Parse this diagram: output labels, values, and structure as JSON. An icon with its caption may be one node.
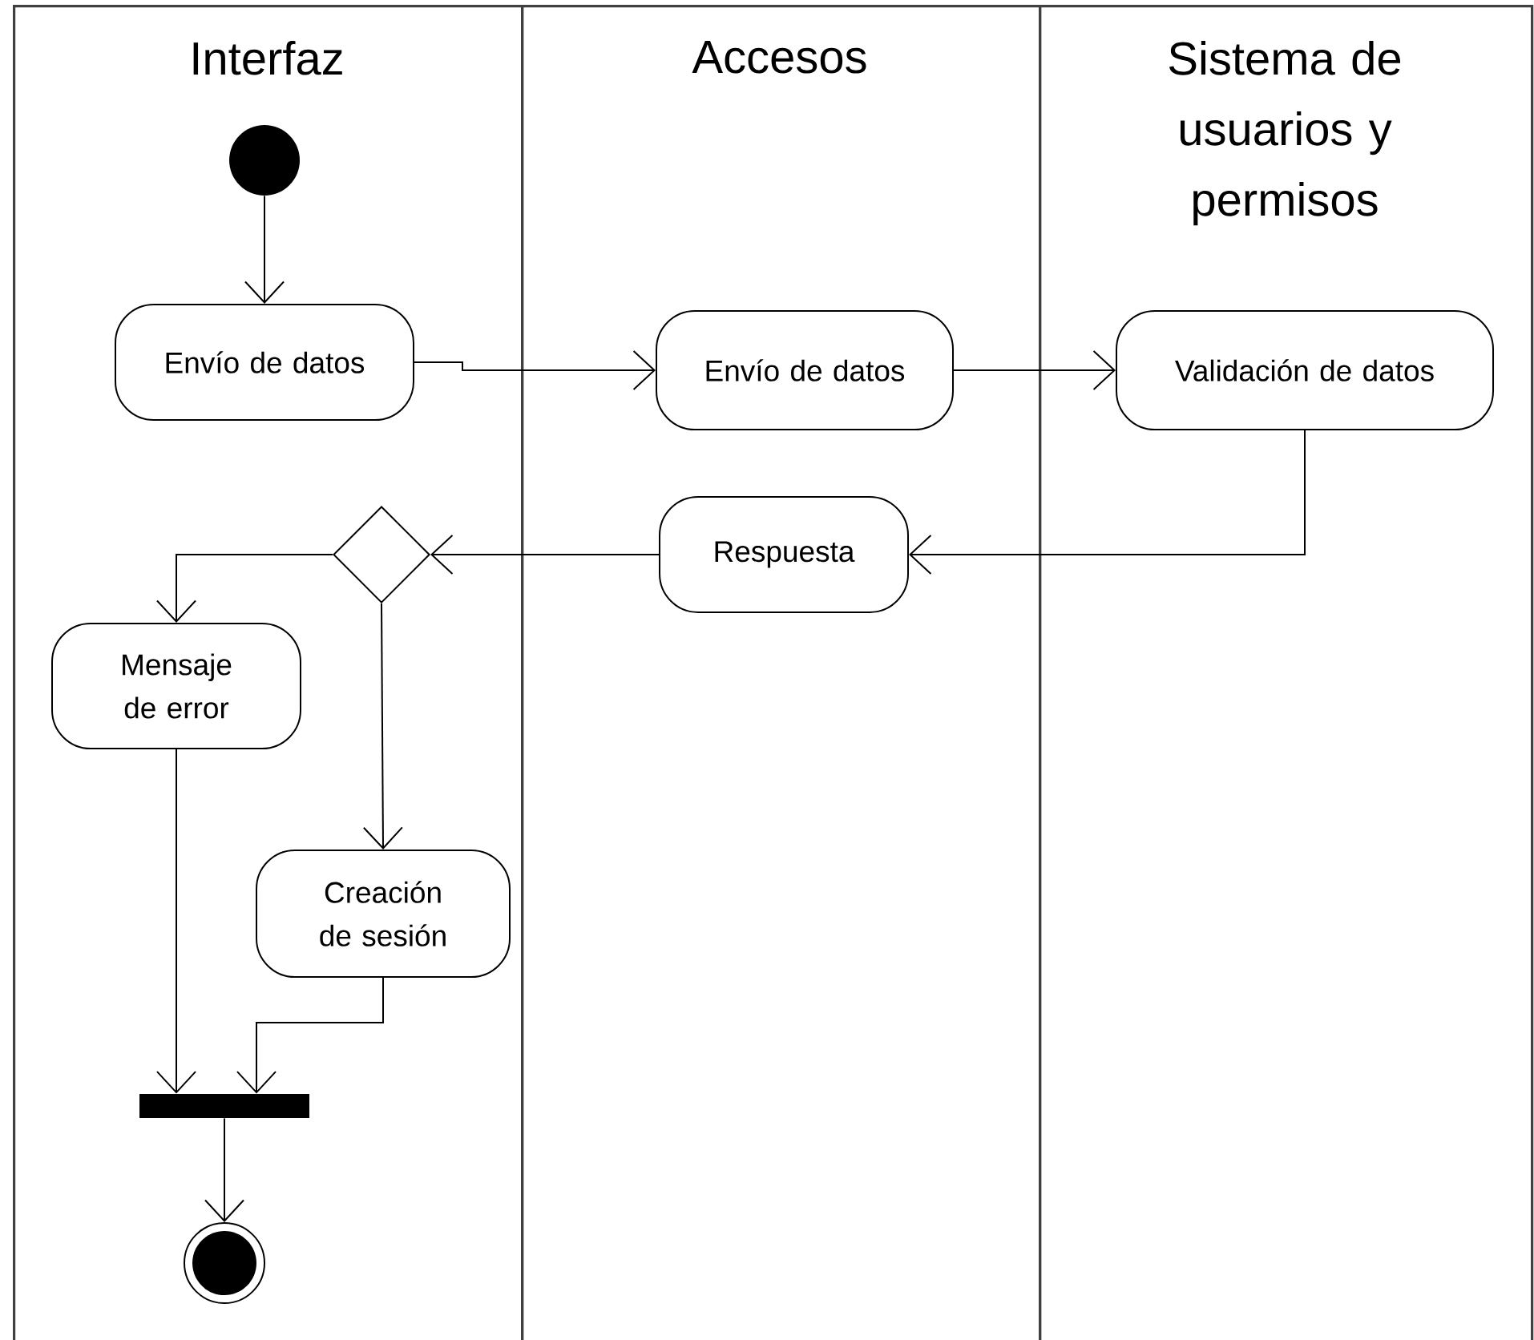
{
  "diagram": {
    "nodes": [
      {
        "text": [
          "Interfaz"
        ]
      },
      {
        "text": [
          "Accesos"
        ]
      },
      {
        "text": [
          "Sistema de usuarios y permisos"
        ]
      },
      {
        "text": [],
        "shape": "circle",
        "in": 0
      },
      {
        "text": [
          "Envío de datos"
        ],
        "in": 0
      },
      {
        "text": [
          "Envío de datos"
        ],
        "in": 1
      },
      {
        "text": [
          "Validación de datos"
        ],
        "in": 2
      },
      {
        "text": [
          "Respuesta"
        ],
        "in": 1
      },
      {
        "text": [],
        "shape": "diamond",
        "in": 0
      },
      {
        "text": [
          "Mensaje de error"
        ],
        "in": 0
      },
      {
        "text": [
          "Creación de sesión"
        ],
        "in": 0
      },
      {
        "text": [],
        "shape": "bar",
        "in": 0
      },
      {
        "text": [],
        "shape": "circle",
        "in": 0
      }
    ],
    "edges": [
      {
        "from": 3,
        "to": 4,
        "arrow": "to"
      },
      {
        "from": 4,
        "to": 5,
        "arrow": "to"
      },
      {
        "from": 5,
        "to": 6,
        "arrow": "to"
      },
      {
        "from": 6,
        "to": 7,
        "arrow": "to"
      },
      {
        "from": 7,
        "to": 8,
        "arrow": "to"
      },
      {
        "from": 8,
        "to": 9,
        "arrow": "to"
      },
      {
        "from": 8,
        "to": 10,
        "arrow": "to"
      },
      {
        "from": 9,
        "to": 11,
        "arrow": "to"
      },
      {
        "from": 10,
        "to": 11,
        "arrow": "to"
      },
      {
        "from": 11,
        "to": 12,
        "arrow": "to"
      }
    ]
  }
}
